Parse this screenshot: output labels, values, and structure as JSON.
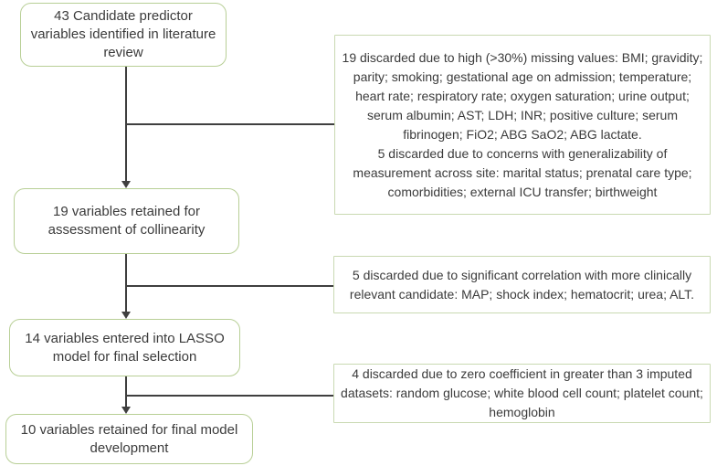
{
  "colors": {
    "left_box_border": "#b8cf96",
    "right_box_border": "#c9d9b2",
    "connector": "#3f3f3f",
    "text": "#3b3b3b",
    "background": "#ffffff"
  },
  "left_boxes": [
    {
      "label": "43 Candidate predictor variables identified in literature review"
    },
    {
      "label": "19 variables retained for assessment of collinearity"
    },
    {
      "label": "14 variables entered into LASSO model for final selection"
    },
    {
      "label": "10 variables retained for final model development"
    }
  ],
  "right_boxes": [
    {
      "paragraph1": "19 discarded due to high (>30%) missing values: BMI; gravidity; parity; smoking; gestational age on admission; temperature; heart rate; respiratory rate; oxygen saturation; urine output; serum albumin; AST; LDH; INR; positive culture; serum fibrinogen; FiO2; ABG SaO2; ABG lactate.",
      "paragraph2": "5 discarded due to concerns with generalizability of measurement across site: marital status; prenatal care type; comorbidities; external ICU transfer; birthweight"
    },
    {
      "paragraph1": "5 discarded due to significant correlation with more clinically relevant candidate: MAP; shock index; hematocrit; urea; ALT."
    },
    {
      "paragraph1": "4 discarded due to zero coefficient in greater than 3 imputed datasets: random glucose; white blood cell count; platelet count; hemoglobin"
    }
  ]
}
